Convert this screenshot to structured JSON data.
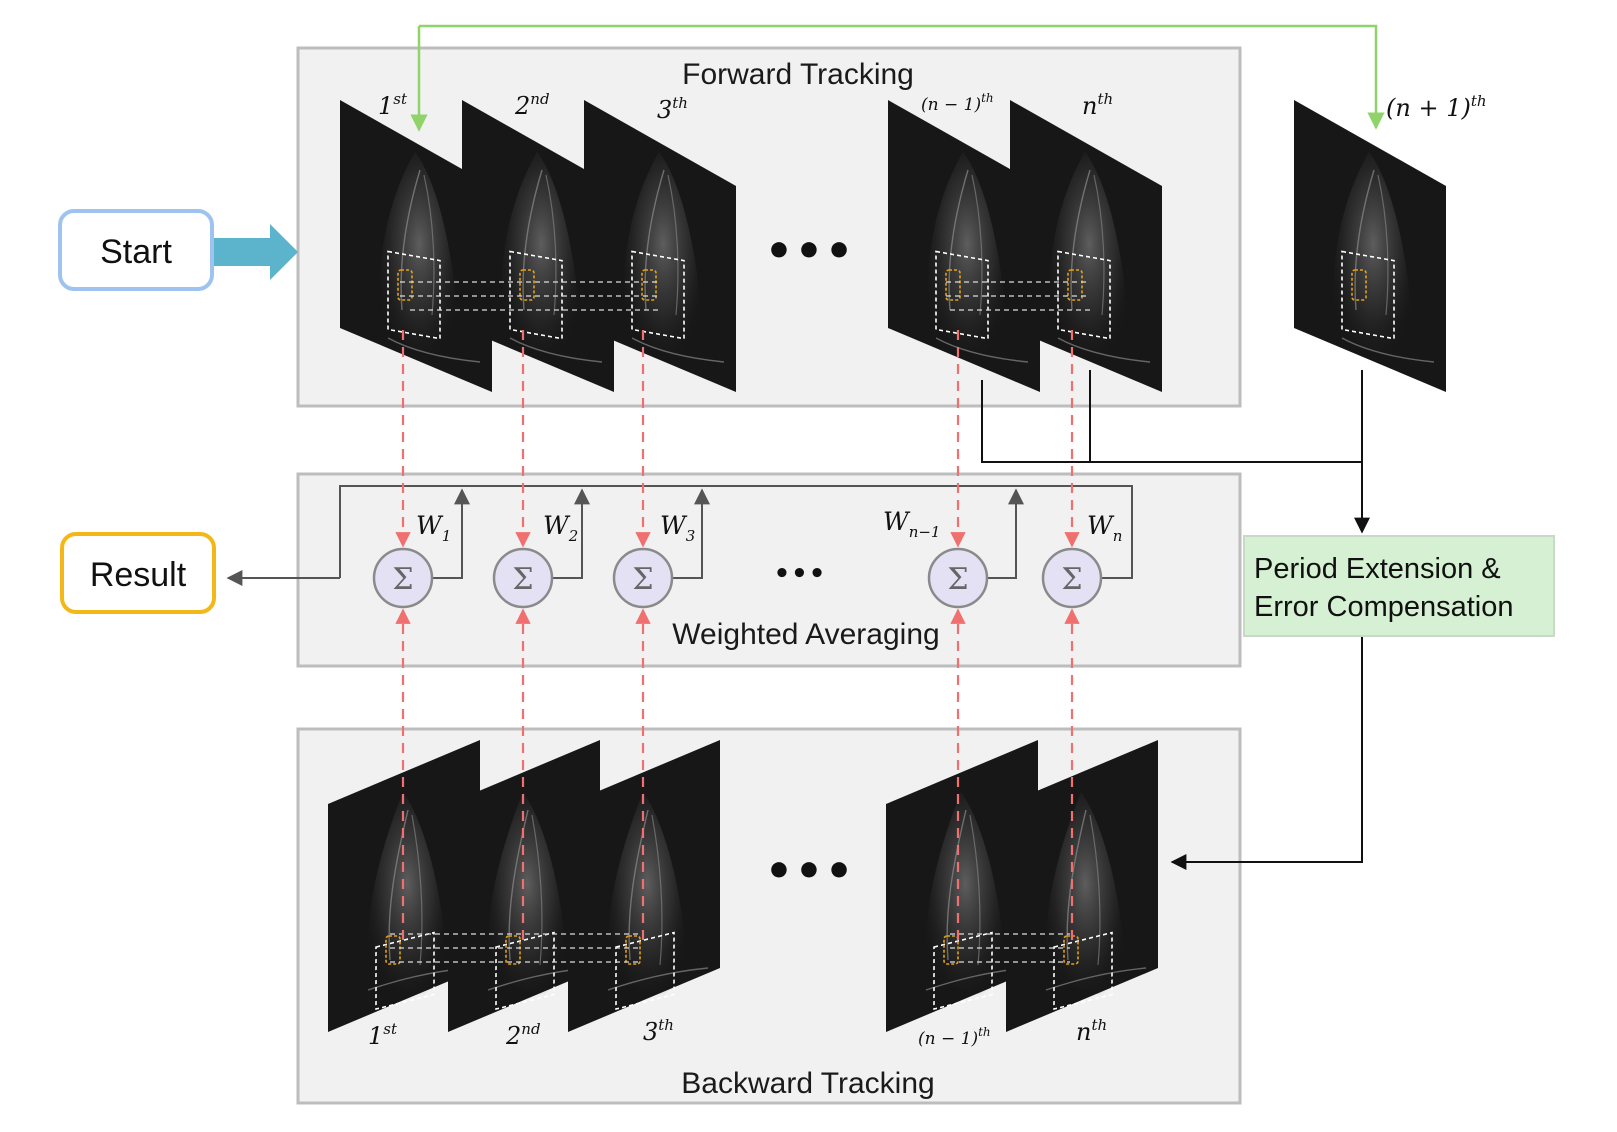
{
  "panels": {
    "forward_title": "Forward Tracking",
    "averaging_title": "Weighted Averaging",
    "backward_title": "Backward Tracking"
  },
  "nodes": {
    "start": "Start",
    "result": "Result",
    "compensation_line1": "Period Extension &",
    "compensation_line2": "Error Compensation"
  },
  "ellipsis": "•••",
  "ellipsis_small": "•••",
  "frame_labels": [
    {
      "base": "1",
      "sup": "st"
    },
    {
      "base": "2",
      "sup": "nd"
    },
    {
      "base": "3",
      "sup": "th"
    },
    {
      "base": "(n − 1)",
      "sup": "th"
    },
    {
      "base": "n",
      "sup": "th"
    },
    {
      "base": "(n + 1)",
      "sup": "th"
    }
  ],
  "weights": [
    {
      "base": "W",
      "sub": "1"
    },
    {
      "base": "W",
      "sub": "2"
    },
    {
      "base": "W",
      "sub": "3"
    },
    {
      "base": "W",
      "sub": "n−1"
    },
    {
      "base": "W",
      "sub": "n"
    }
  ],
  "sum_symbol": "Σ",
  "colors": {
    "panel_fill": "#f1f1f1",
    "start_border": "#9fc3f0",
    "result_border": "#f3b718",
    "start_arrow": "#5bb3cc",
    "compensation_fill": "#d5f0d2",
    "feedback_arrow": "#8fd36a",
    "correspondence_arrow": "#f07070",
    "roi_box": "#ffffff",
    "roi_point": "#e3a118"
  }
}
